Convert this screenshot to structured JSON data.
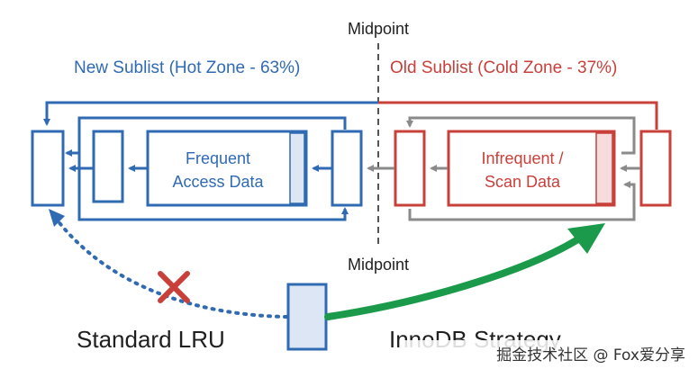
{
  "colors": {
    "blue": "#2f6ab3",
    "red": "#c9403a",
    "gray": "#8a8a8a",
    "green": "#1a9a4a",
    "box_fill_blue": "#dce6f4",
    "box_fill_red": "#f6dcdc",
    "dark_text": "#1f1f1f"
  },
  "labels": {
    "midpoint_top": "Midpoint",
    "midpoint_bottom": "Midpoint",
    "new_sublist": "New Sublist (Hot Zone - 63%)",
    "old_sublist": "Old Sublist (Cold Zone - 37%)",
    "frequent_line1": "Frequent",
    "frequent_line2": "Access Data",
    "infrequent_line1": "Infrequent /",
    "infrequent_line2": "Scan Data",
    "standard_lru": "Standard LRU",
    "innodb_strategy": "InnoDB Strategy",
    "watermark": "掘金技术社区 @ Fox爱分享"
  },
  "icons": {
    "reject_mark": "cross-icon"
  }
}
